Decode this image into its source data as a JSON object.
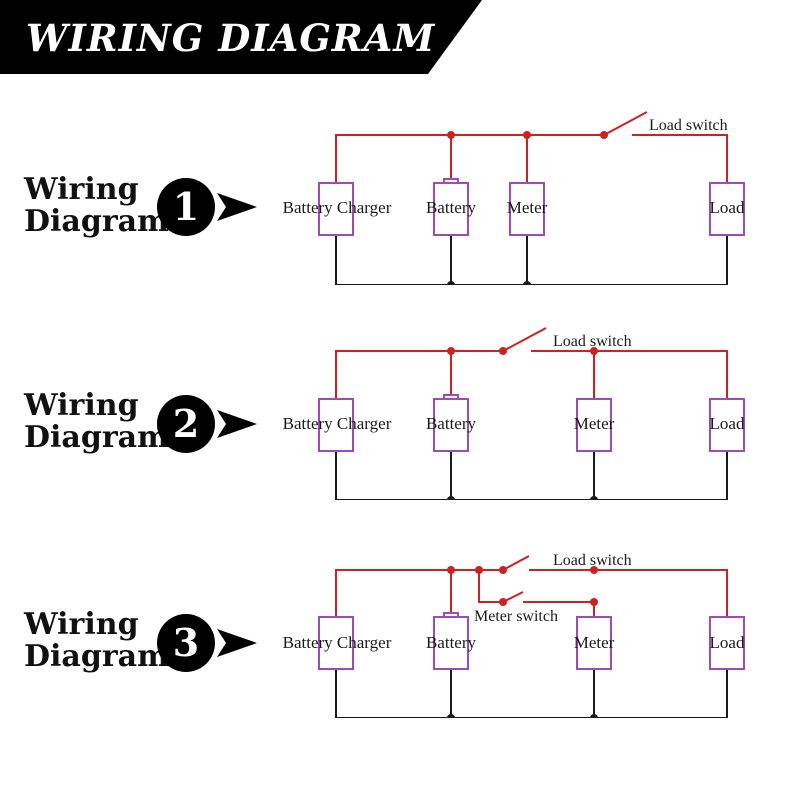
{
  "banner": {
    "title": "WIRING DIAGRAM",
    "background": "#000000",
    "text_color": "#ffffff"
  },
  "colors": {
    "positive_wire": "#cc2222",
    "negative_wire": "#1a1a1a",
    "component_outline": "#a04ab4",
    "junction": "#cc2222",
    "badge": "#000000"
  },
  "diagrams": [
    {
      "heading_line1": "Wiring",
      "heading_line2": "Diagram",
      "number": "1",
      "labels": {
        "battery_charger": "Battery Charger",
        "battery": "Battery",
        "meter": "Meter",
        "load": "Load",
        "load_switch": "Load switch"
      }
    },
    {
      "heading_line1": "Wiring",
      "heading_line2": "Diagram",
      "number": "2",
      "labels": {
        "battery_charger": "Battery Charger",
        "battery": "Battery",
        "meter": "Meter",
        "load": "Load",
        "load_switch": "Load switch"
      }
    },
    {
      "heading_line1": "Wiring",
      "heading_line2": "Diagram",
      "number": "3",
      "labels": {
        "battery_charger": "Battery Charger",
        "battery": "Battery",
        "meter": "Meter",
        "load": "Load",
        "load_switch": "Load switch",
        "meter_switch": "Meter switch"
      }
    }
  ]
}
